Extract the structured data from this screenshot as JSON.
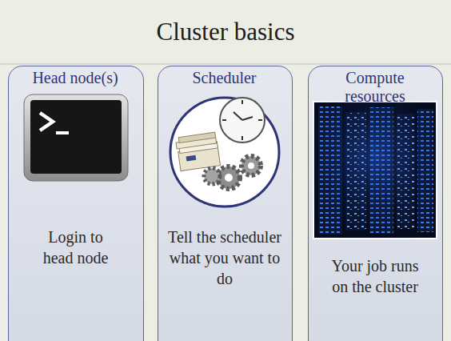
{
  "diagram": {
    "title": "Cluster basics",
    "nodes": [
      {
        "text": [
          "Head node(s)",
          "Login to head node"
        ]
      },
      {
        "text": [
          "Scheduler",
          "Tell the scheduler what you want to do"
        ]
      },
      {
        "text": [
          "Compute resources",
          "Your job runs on the cluster"
        ]
      }
    ]
  }
}
